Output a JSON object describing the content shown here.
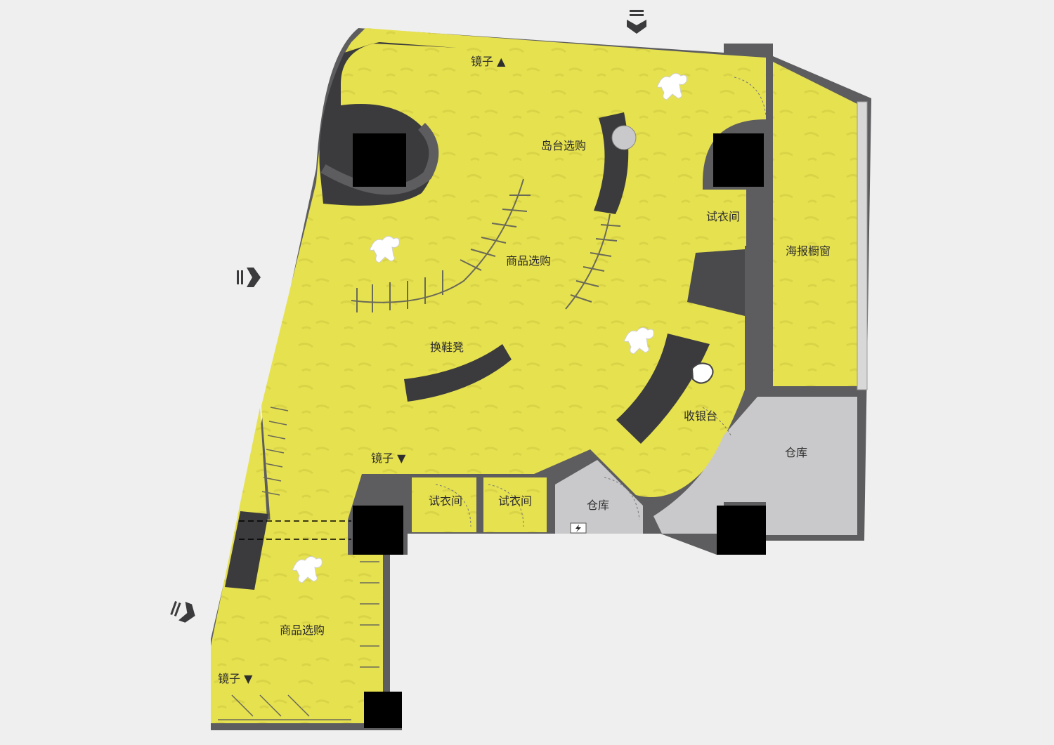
{
  "colors": {
    "background": "#efefef",
    "floor": "#e6e14f",
    "wall": "#5d5d5f",
    "furniture": "#3b3b3d",
    "column": "#000000",
    "storage": "#c9c9cb",
    "rack": "#6a6a58"
  },
  "labels": {
    "mirror_top": "镜子 ▲",
    "island": "岛台选购",
    "fitting_right": "试衣间",
    "poster_window": "海报橱窗",
    "goods_center": "商品选购",
    "shoe_bench": "换鞋凳",
    "cashier": "收银台",
    "storage_right": "仓库",
    "mirror_mid": "镜子 ▼",
    "fitting_bottom_1": "试衣间",
    "fitting_bottom_2": "试衣间",
    "storage_small": "仓库",
    "goods_bottom": "商品选购",
    "mirror_bottom": "镜子 ▼"
  },
  "icons": [
    "entrance-arrow-icon",
    "person-figure-icon",
    "lightning-icon"
  ]
}
